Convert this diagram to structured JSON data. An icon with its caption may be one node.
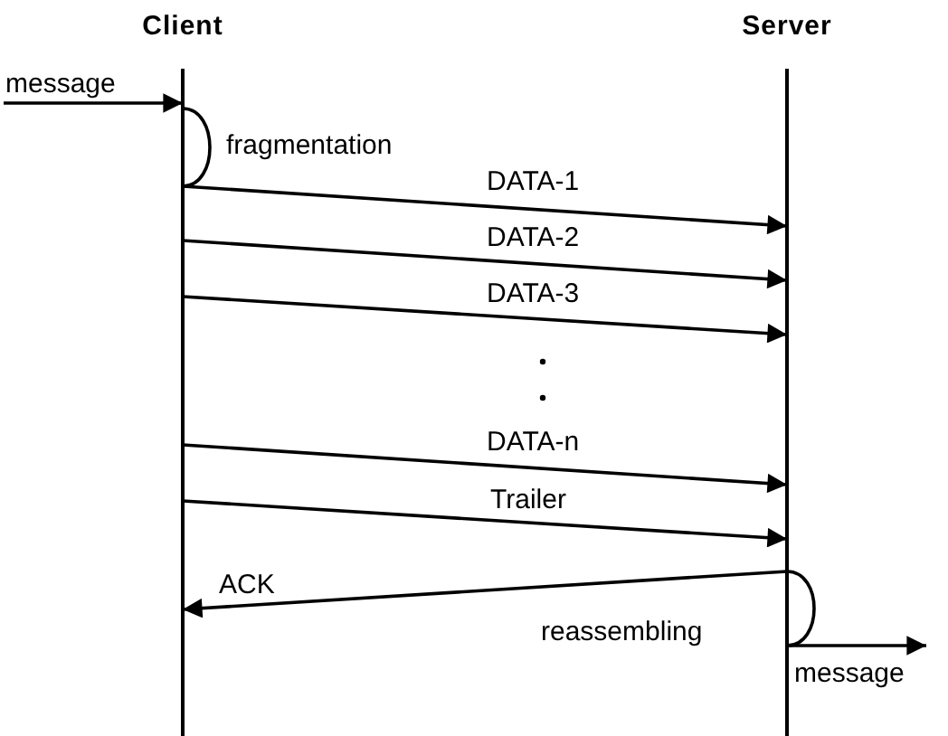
{
  "diagram": {
    "nodes": [
      {
        "text": [
          "Client"
        ]
      },
      {
        "text": [
          "Server"
        ]
      }
    ],
    "edges": [
      {
        "from": null,
        "to": 0,
        "arrow": "to",
        "label": "message"
      },
      {
        "from": 0,
        "to": 0,
        "arrow": "none",
        "label": "fragmentation"
      },
      {
        "from": 0,
        "to": 1,
        "arrow": "to",
        "label": "DATA-1"
      },
      {
        "from": 0,
        "to": 1,
        "arrow": "to",
        "label": "DATA-2"
      },
      {
        "from": 0,
        "to": 1,
        "arrow": "to",
        "label": "DATA-3"
      },
      {
        "from": 0,
        "to": 1,
        "arrow": "to",
        "label": "DATA-n"
      },
      {
        "from": 0,
        "to": 1,
        "arrow": "to",
        "label": "Trailer"
      },
      {
        "from": 1,
        "to": 0,
        "arrow": "to",
        "label": "ACK"
      },
      {
        "from": 1,
        "to": 1,
        "arrow": "none",
        "label": "reassembling"
      },
      {
        "from": 1,
        "to": null,
        "arrow": "to",
        "label": "message"
      }
    ]
  }
}
